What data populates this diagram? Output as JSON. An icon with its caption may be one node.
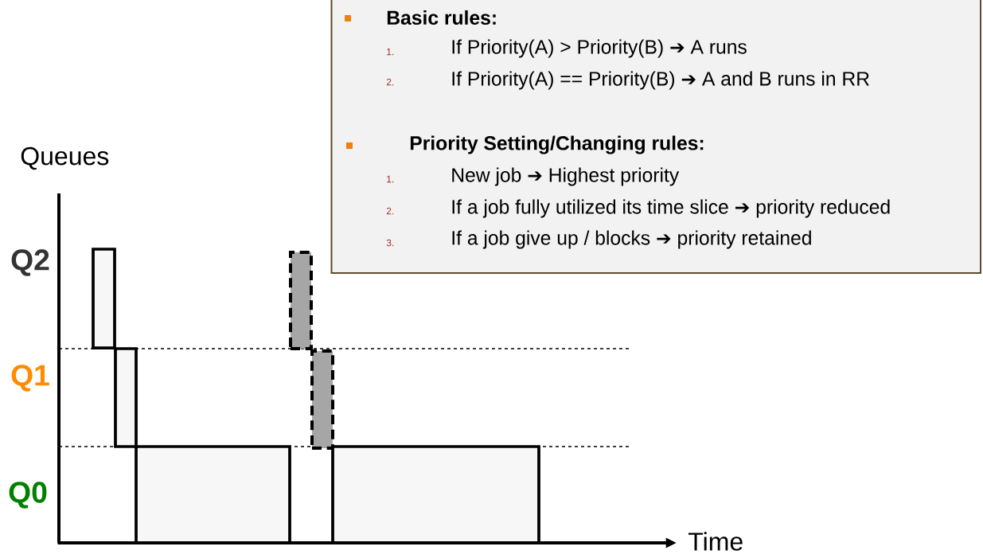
{
  "diagram": {
    "nodes": [
      {
        "text": [
          "Basic rules:",
          "1.",
          "If Priority(A) > Priority(B) ➔ A runs",
          "2.",
          "If Priority(A) == Priority(B) ➔ A and B runs in RR",
          "Priority Setting/Changing rules:",
          "1.",
          "New job ➔ Highest priority",
          "2.",
          "If a job fully utilized its time slice ➔ priority reduced",
          "3.",
          "If a job give up / blocks ➔ priority retained"
        ]
      },
      {
        "text": [],
        "shape": "bar"
      },
      {
        "text": [],
        "shape": "bar"
      },
      {
        "text": [],
        "shape": "bar"
      },
      {
        "text": [],
        "shape": "bar"
      },
      {
        "text": [],
        "shape": "bar"
      },
      {
        "text": [],
        "shape": "bar"
      }
    ],
    "labels": [
      "Queues",
      "Q2",
      "Q1",
      "Q0",
      "Time"
    ]
  }
}
